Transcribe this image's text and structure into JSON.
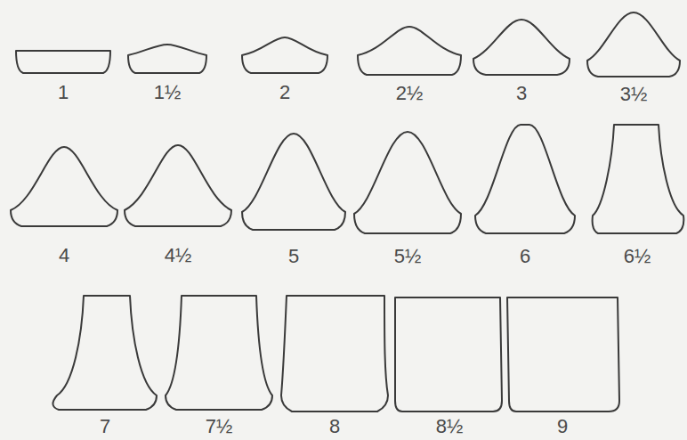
{
  "diagram": {
    "labels": [
      "1",
      "1½",
      "2",
      "2½",
      "3",
      "3½",
      "4",
      "4½",
      "5",
      "5½",
      "6",
      "6½",
      "7",
      "7½",
      "8",
      "8½",
      "9"
    ]
  }
}
